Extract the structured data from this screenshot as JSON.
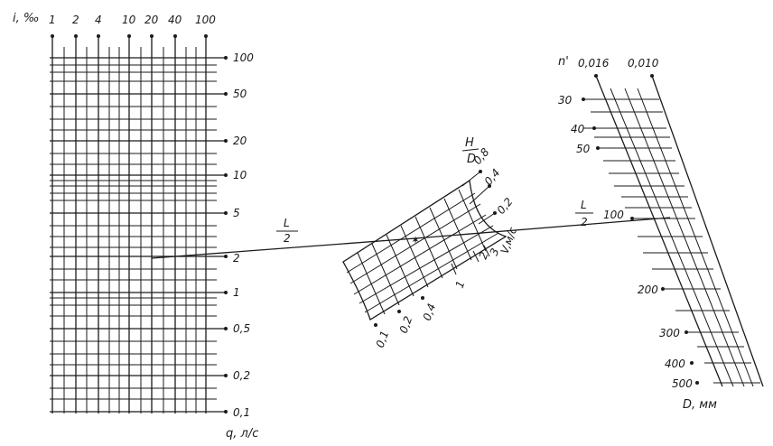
{
  "left_grid": {
    "title": "i, ‰",
    "top_labels": [
      "1",
      "2",
      "4",
      "10",
      "20",
      "40",
      "100"
    ],
    "right_labels": [
      "100",
      "50",
      "20",
      "10",
      "5",
      "2",
      "1",
      "0,5",
      "0,2",
      "0,1"
    ],
    "bottom_label": "q, л/с"
  },
  "middle_grid": {
    "hd_label_top": "H",
    "hd_label_bottom": "D",
    "hd_values": [
      "0,8",
      "0,4",
      "0,2"
    ],
    "velocity_values": [
      "1",
      "2",
      "3"
    ],
    "velocity_label": "V,м/с",
    "bottom_values": [
      "0,1",
      "0,2",
      "0,4"
    ]
  },
  "right_grid": {
    "title": "n'",
    "top_values": [
      "0,016",
      "0,010"
    ],
    "left_values": [
      "30",
      "40",
      "50",
      "100",
      "200",
      "300",
      "400",
      "500"
    ],
    "bottom_label": "D, мм"
  },
  "connector": {
    "left_fraction_top": "L",
    "left_fraction_bottom": "2",
    "right_fraction_top": "L",
    "right_fraction_bottom": "2"
  }
}
